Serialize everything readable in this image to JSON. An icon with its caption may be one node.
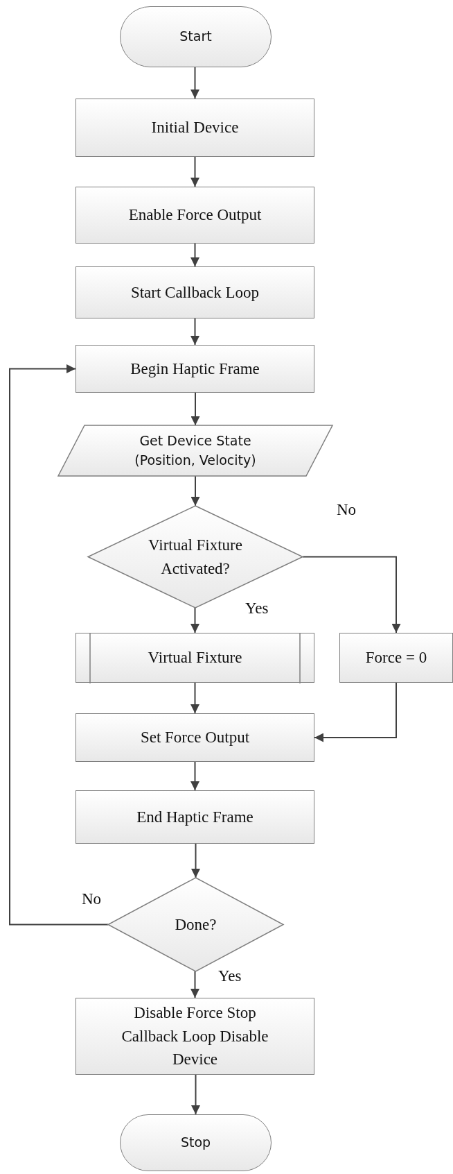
{
  "diagram": {
    "nodes": [
      {
        "text": [
          "Start"
        ]
      },
      {
        "text": [
          "Initial Device"
        ]
      },
      {
        "text": [
          "Enable Force Output"
        ]
      },
      {
        "text": [
          "Start Callback Loop"
        ]
      },
      {
        "text": [
          "Begin Haptic Frame"
        ]
      },
      {
        "text": [
          "Get Device State (Position, Velocity)"
        ]
      },
      {
        "text": [
          "Virtual Fixture Activated?"
        ]
      },
      {
        "text": [
          "Virtual Fixture"
        ]
      },
      {
        "text": [
          "Force = 0"
        ]
      },
      {
        "text": [
          "Set Force Output"
        ]
      },
      {
        "text": [
          "End Haptic Frame"
        ]
      },
      {
        "text": [
          "Done?"
        ]
      },
      {
        "text": [
          "Disable Force Stop Callback Loop Disable Device"
        ]
      },
      {
        "text": [
          "Stop"
        ]
      }
    ],
    "edges": [
      {
        "from": 0,
        "to": 1,
        "arrow": "to"
      },
      {
        "from": 1,
        "to": 2,
        "arrow": "to"
      },
      {
        "from": 2,
        "to": 3,
        "arrow": "to"
      },
      {
        "from": 3,
        "to": 4,
        "arrow": "to"
      },
      {
        "from": 4,
        "to": 5,
        "arrow": "to"
      },
      {
        "from": 5,
        "to": 6,
        "arrow": "to"
      },
      {
        "from": 6,
        "to": 7,
        "arrow": "to",
        "label": "Yes"
      },
      {
        "from": 6,
        "to": 8,
        "arrow": "to",
        "label": "No"
      },
      {
        "from": 7,
        "to": 9,
        "arrow": "to"
      },
      {
        "from": 8,
        "to": 9,
        "arrow": "to"
      },
      {
        "from": 9,
        "to": 10,
        "arrow": "to"
      },
      {
        "from": 10,
        "to": 11,
        "arrow": "to"
      },
      {
        "from": 11,
        "to": 4,
        "arrow": "to",
        "label": "No"
      },
      {
        "from": 11,
        "to": 12,
        "arrow": "to",
        "label": "Yes"
      },
      {
        "from": 12,
        "to": 13,
        "arrow": "to"
      }
    ]
  }
}
